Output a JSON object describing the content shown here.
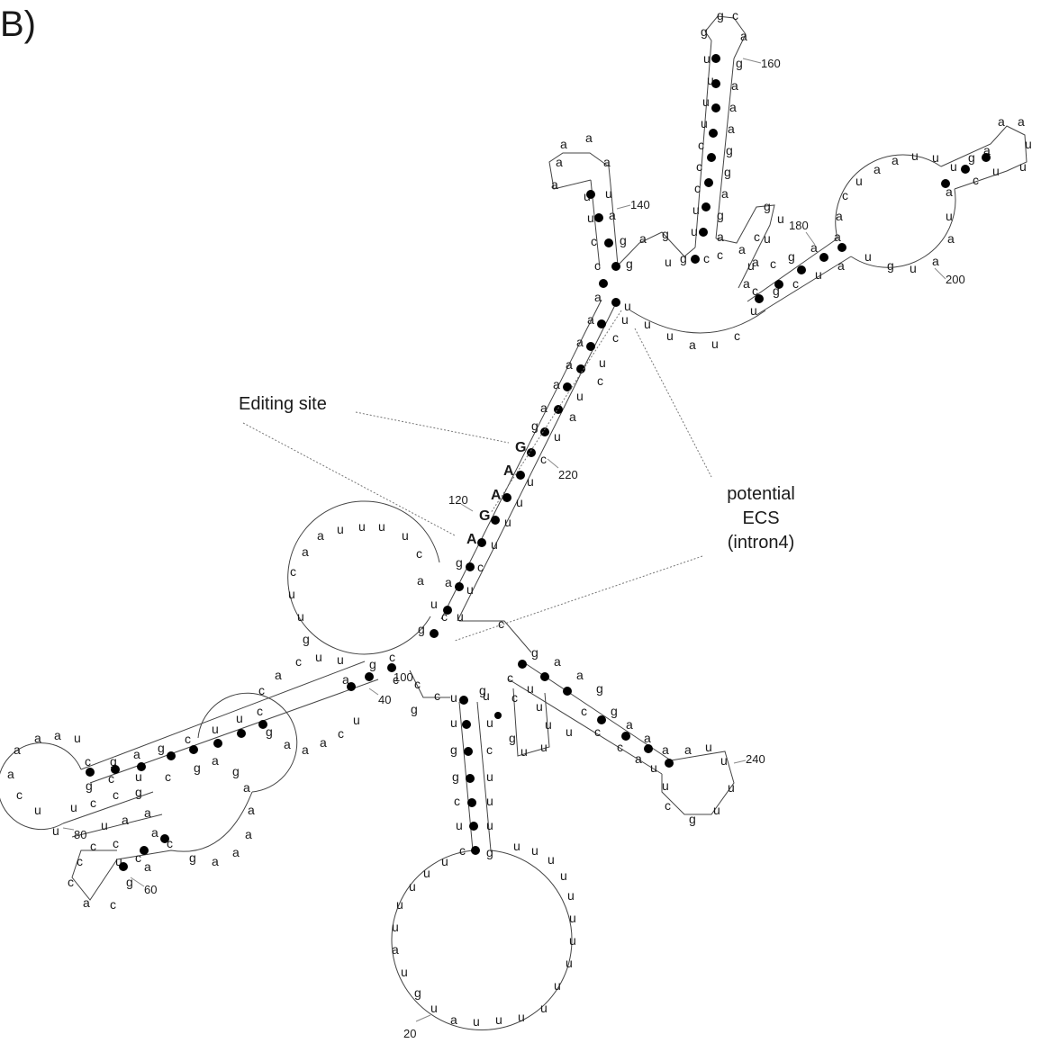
{
  "panel_label": "B)",
  "annotations": {
    "editing_site": "Editing site",
    "ecs_line1": "potential",
    "ecs_line2": "ECS",
    "ecs_line3": "(intron4)"
  },
  "position_numbers": {
    "n20": "20",
    "n40": "40",
    "n60": "60",
    "n80": "80",
    "n100": "100",
    "n120": "120",
    "n140": "140",
    "n160": "160",
    "n180": "180",
    "n200": "200",
    "n220": "220",
    "n240": "240"
  },
  "editing_bases": [
    "A",
    "G",
    "A",
    "A",
    "G"
  ],
  "colors": {
    "ink": "#1a1a1a",
    "pair_dot": "#000000",
    "leader_line": "#777777"
  }
}
